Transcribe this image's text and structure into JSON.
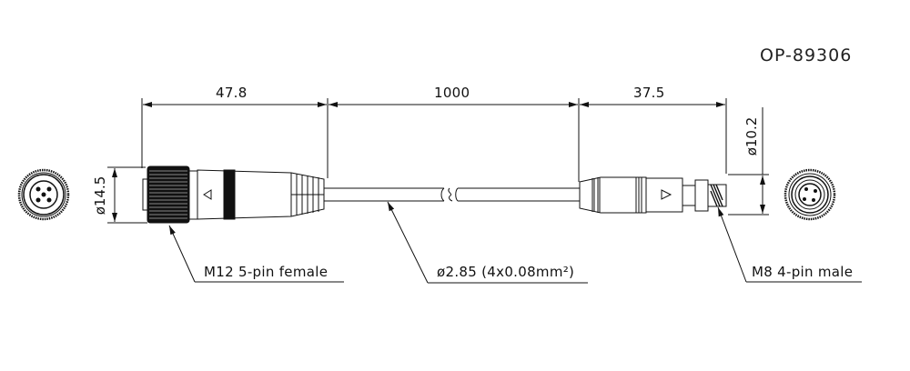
{
  "drawing": {
    "part_number": "OP-89306",
    "dimensions": {
      "left_connector_length": "47.8",
      "cable_length": "1000",
      "right_connector_length": "37.5",
      "left_diameter": "ø14.5",
      "right_diameter": "ø10.2"
    },
    "callouts": {
      "left_connector": "M12 5-pin female",
      "cable": "ø2.85 (4x0.08mm²)",
      "right_connector": "M8 4-pin male"
    },
    "markings": {
      "left_arrow": "△",
      "right_arrow": "▷"
    },
    "colors": {
      "line": "#111111",
      "background": "#ffffff"
    }
  }
}
